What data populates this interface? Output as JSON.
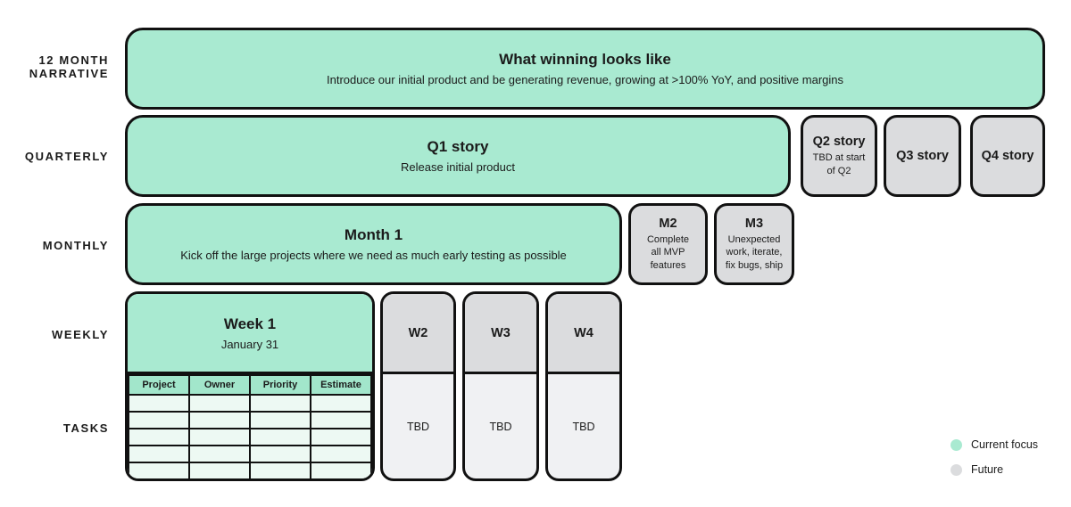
{
  "colors": {
    "current_focus": "#A9EAD1",
    "future": "#DBDCDE",
    "table_header": "#A2E6CB",
    "table_row": "#EDF9F3",
    "outline": "#111111"
  },
  "row_labels": {
    "narrative_line1": "12 MONTH",
    "narrative_line2": "NARRATIVE",
    "quarterly": "QUARTERLY",
    "monthly": "MONTHLY",
    "weekly": "WEEKLY",
    "tasks": "TASKS"
  },
  "narrative": {
    "title": "What winning looks like",
    "subtitle": "Introduce our initial product and be generating revenue, growing at >100% YoY, and positive margins"
  },
  "quarterly": {
    "q1_title": "Q1 story",
    "q1_subtitle": "Release initial product",
    "q2_title": "Q2 story",
    "q2_subtitle": "TBD at start of Q2",
    "q3_title": "Q3 story",
    "q4_title": "Q4 story"
  },
  "monthly": {
    "m1_title": "Month 1",
    "m1_subtitle": "Kick off the large projects where we need as much early testing as possible",
    "m2_title": "M2",
    "m2_subtitle": "Complete all MVP features",
    "m3_title": "M3",
    "m3_subtitle": "Unexpected work, iterate, fix bugs, ship"
  },
  "weekly": {
    "w1_title": "Week 1",
    "w1_subtitle": "January 31",
    "w2_title": "W2",
    "w2_body": "TBD",
    "w3_title": "W3",
    "w3_body": "TBD",
    "w4_title": "W4",
    "w4_body": "TBD"
  },
  "tasks_table": {
    "headers": [
      "Project",
      "Owner",
      "Priority",
      "Estimate"
    ],
    "empty_row_count": 5
  },
  "legend": {
    "current_focus": "Current focus",
    "future": "Future"
  }
}
